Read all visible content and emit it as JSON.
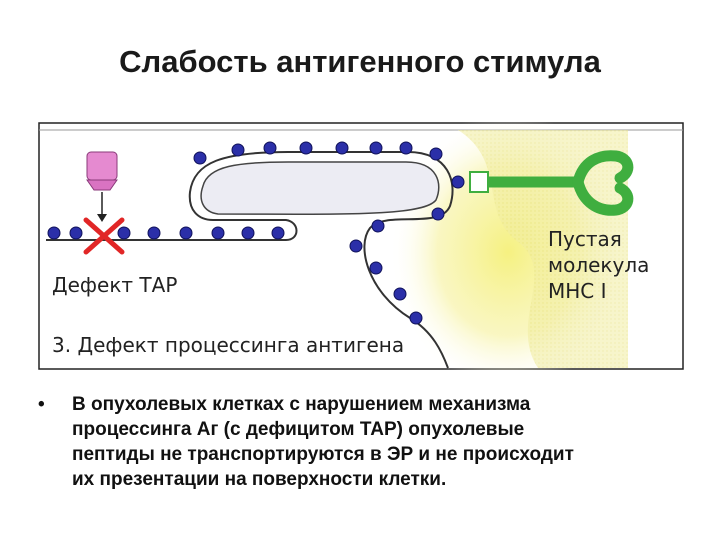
{
  "slide": {
    "title": "Слабость антигенного стимула"
  },
  "figure": {
    "label_defect_tap": "Дефект ТАР",
    "label_empty_molecule": [
      "Пустая",
      "молекула",
      "МНС I"
    ],
    "caption": "3. Дефект процессинга антигена",
    "colors": {
      "peptide": "#2b2fa8",
      "proteasome": "#e58ad0",
      "cross": "#e12626",
      "mhc": "#3fae3f",
      "cell_glow": "#f2ee9a",
      "er_fill": "#eeeef4"
    }
  },
  "bullet": {
    "marker": "•",
    "lines": [
      "В опухолевых клетках с нарушением механизма",
      "процессинга Аг (с дефицитом ТАР) опухолевые",
      "пептиды не транспортируются в ЭР и не происходит",
      "их презентации на поверхности клетки."
    ]
  }
}
